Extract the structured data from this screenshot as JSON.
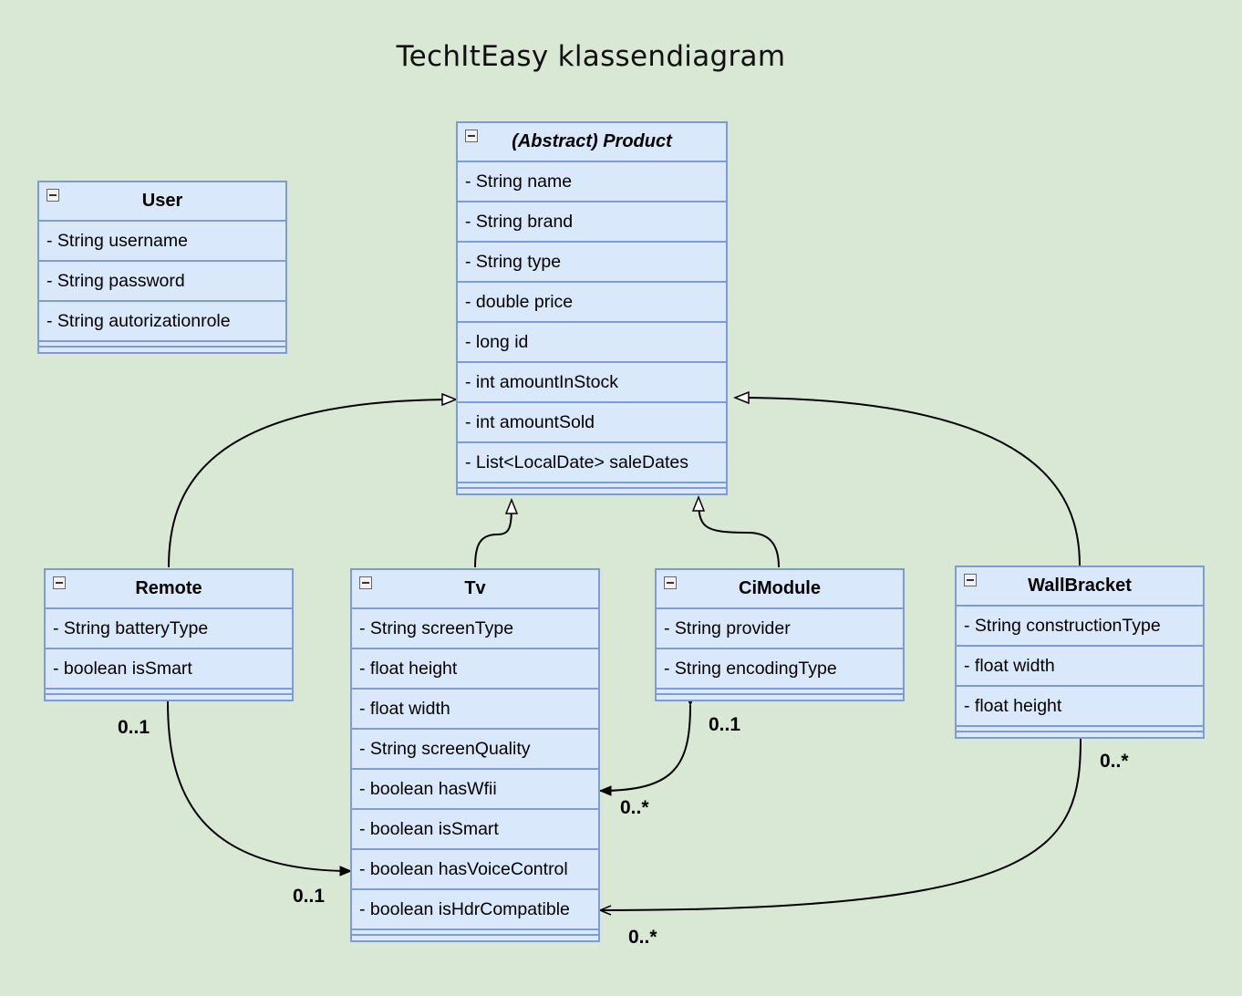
{
  "title": "TechItEasy klassendiagram",
  "colors": {
    "background": "#d9e8d4",
    "class_fill": "#dae8fc",
    "class_border": "#7f9bd3",
    "line": "#000000"
  },
  "icons": {
    "collapse": "minus-box-icon",
    "inheritance": "hollow-triangle-arrow-icon",
    "association": "filled-arrow-icon"
  },
  "classes": {
    "user": {
      "name": "User",
      "attributes": [
        "- String username",
        "- String password",
        "- String autorizationrole"
      ]
    },
    "product": {
      "name": "(Abstract) Product",
      "attributes": [
        "- String name",
        "- String brand",
        "- String type",
        "- double price",
        "- long id",
        "- int amountInStock",
        "- int amountSold",
        "- List<LocalDate> saleDates"
      ]
    },
    "remote": {
      "name": "Remote",
      "attributes": [
        "- String batteryType",
        "- boolean isSmart"
      ]
    },
    "tv": {
      "name": "Tv",
      "attributes": [
        "- String screenType",
        "- float height",
        "- float width",
        "- String screenQuality",
        "- boolean hasWfii",
        "- boolean isSmart",
        "- boolean hasVoiceControl",
        "- boolean isHdrCompatible"
      ]
    },
    "cimodule": {
      "name": "CiModule",
      "attributes": [
        "- String provider",
        "- String encodingType"
      ]
    },
    "wallbracket": {
      "name": "WallBracket",
      "attributes": [
        "- String constructionType",
        "- float width",
        "- float height"
      ]
    }
  },
  "multiplicities": {
    "remote_end": "0..1",
    "tv_remote_end": "0..1",
    "cimodule_end": "0..1",
    "tv_cimodule_end": "0..*",
    "wallbracket_end": "0..*",
    "tv_wallbracket_end": "0..*"
  }
}
